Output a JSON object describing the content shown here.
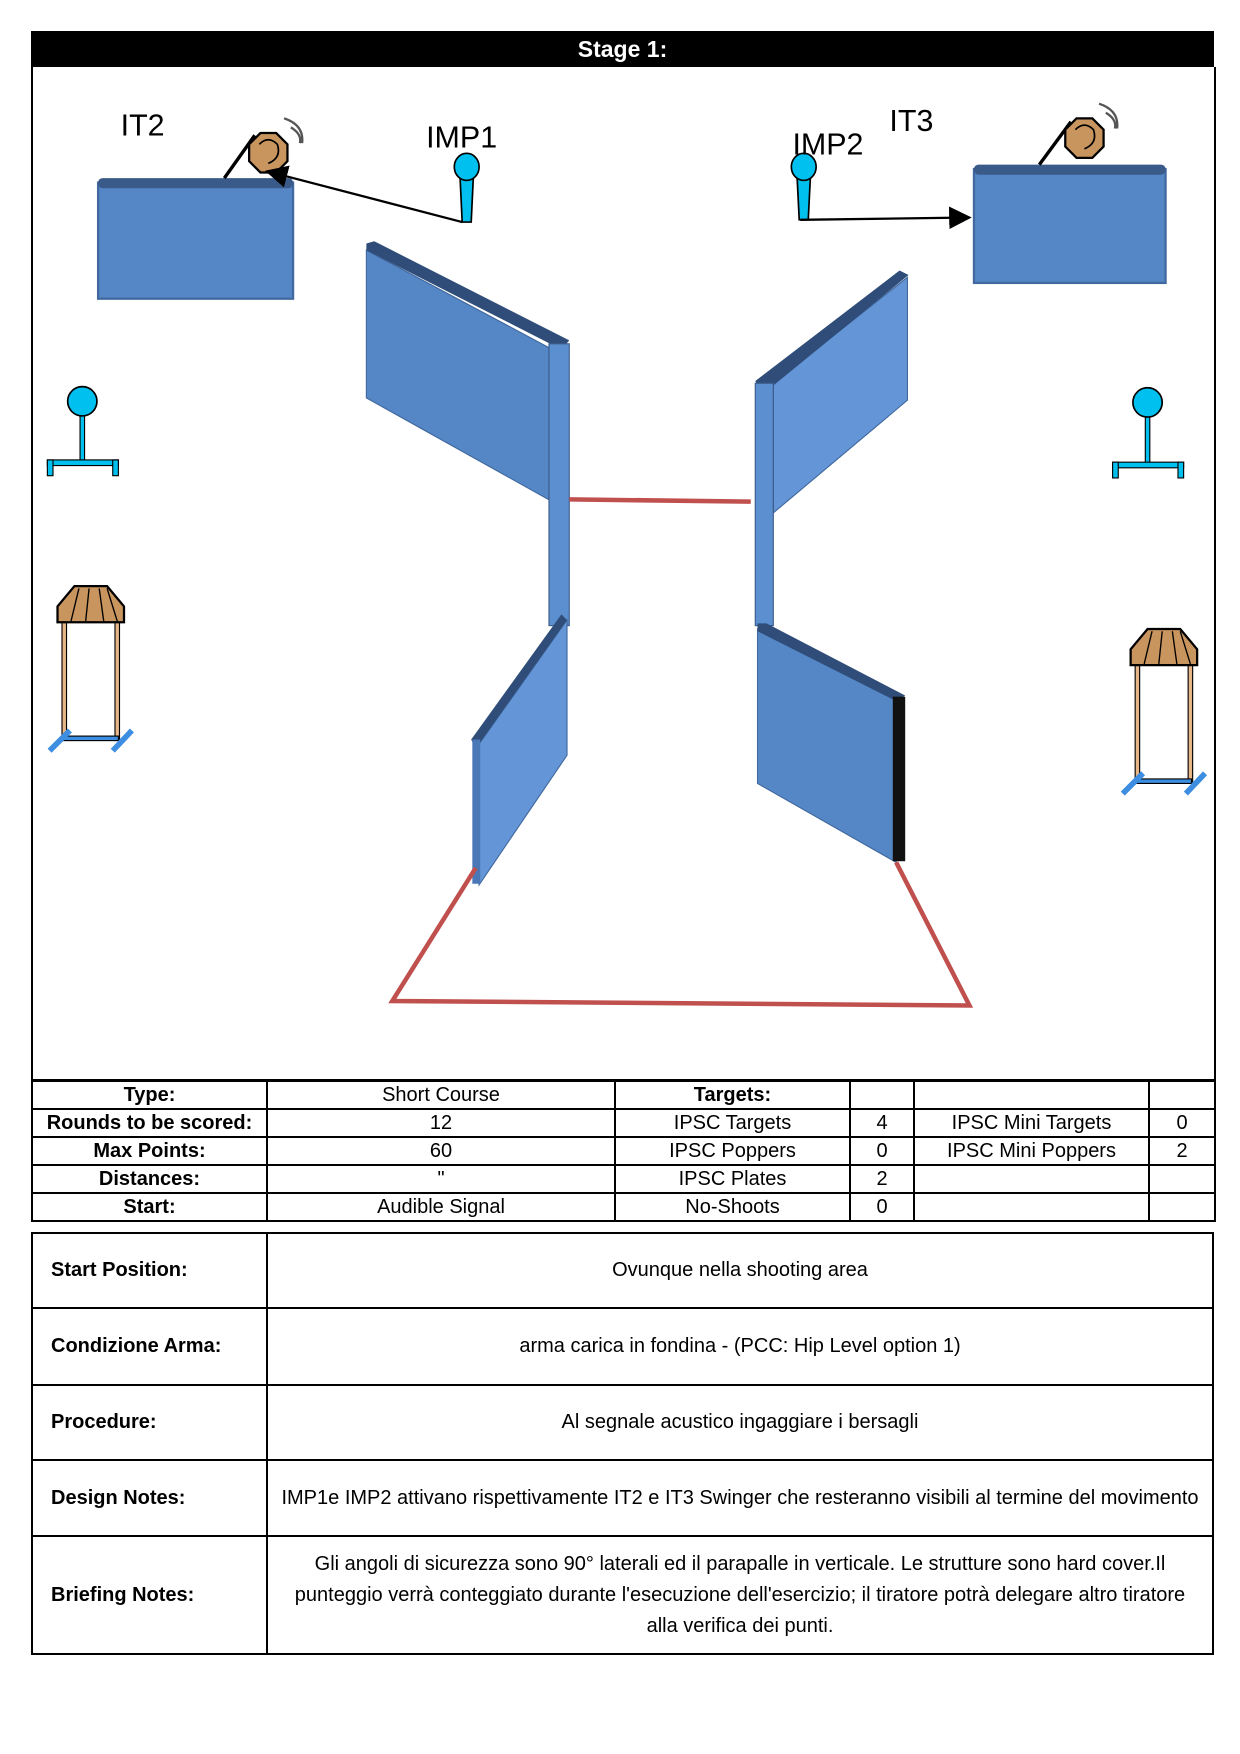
{
  "header": {
    "title": "Stage 1:"
  },
  "diagram": {
    "labels": {
      "it2": "IT2",
      "imp1": "IMP1",
      "imp2": "IMP2",
      "it3": "IT3"
    },
    "colors": {
      "wall": "#5586c6",
      "wall_dark": "#2f4d78",
      "popper": "#00c0f0",
      "target": "#c9955f",
      "fault_line": "#c0504d"
    }
  },
  "info": {
    "rows": [
      {
        "label": "Type:",
        "value": "Short Course",
        "t1": "Targets:",
        "n1": "",
        "t2": "",
        "n2": ""
      },
      {
        "label": "Rounds to be scored:",
        "value": "12",
        "t1": "IPSC Targets",
        "n1": "4",
        "t2": "IPSC Mini Targets",
        "n2": "0"
      },
      {
        "label": "Max Points:",
        "value": "60",
        "t1": "IPSC Poppers",
        "n1": "0",
        "t2": "IPSC Mini Poppers",
        "n2": "2"
      },
      {
        "label": "Distances:",
        "value": "\"",
        "t1": "IPSC Plates",
        "n1": "2",
        "t2": "",
        "n2": ""
      },
      {
        "label": "Start:",
        "value": "Audible Signal",
        "t1": "No-Shoots",
        "n1": "0",
        "t2": "",
        "n2": ""
      }
    ]
  },
  "notes": [
    {
      "label": "Start Position:",
      "value": "Ovunque nella shooting area"
    },
    {
      "label": "Condizione Arma:",
      "value": "arma carica in fondina - (PCC: Hip Level option 1)"
    },
    {
      "label": "Procedure:",
      "value": "Al segnale acustico ingaggiare i bersagli"
    },
    {
      "label": "Design Notes:",
      "value": "IMP1e IMP2 attivano rispettivamente IT2 e IT3 Swinger che resteranno visibili al termine del movimento"
    },
    {
      "label": "Briefing Notes:",
      "value": "Gli angoli di sicurezza sono 90° laterali ed il parapalle in verticale. Le strutture sono hard cover.Il punteggio verrà conteggiato durante l'esecuzione dell'esercizio; il tiratore potrà delegare altro tiratore alla verifica  dei punti."
    }
  ]
}
